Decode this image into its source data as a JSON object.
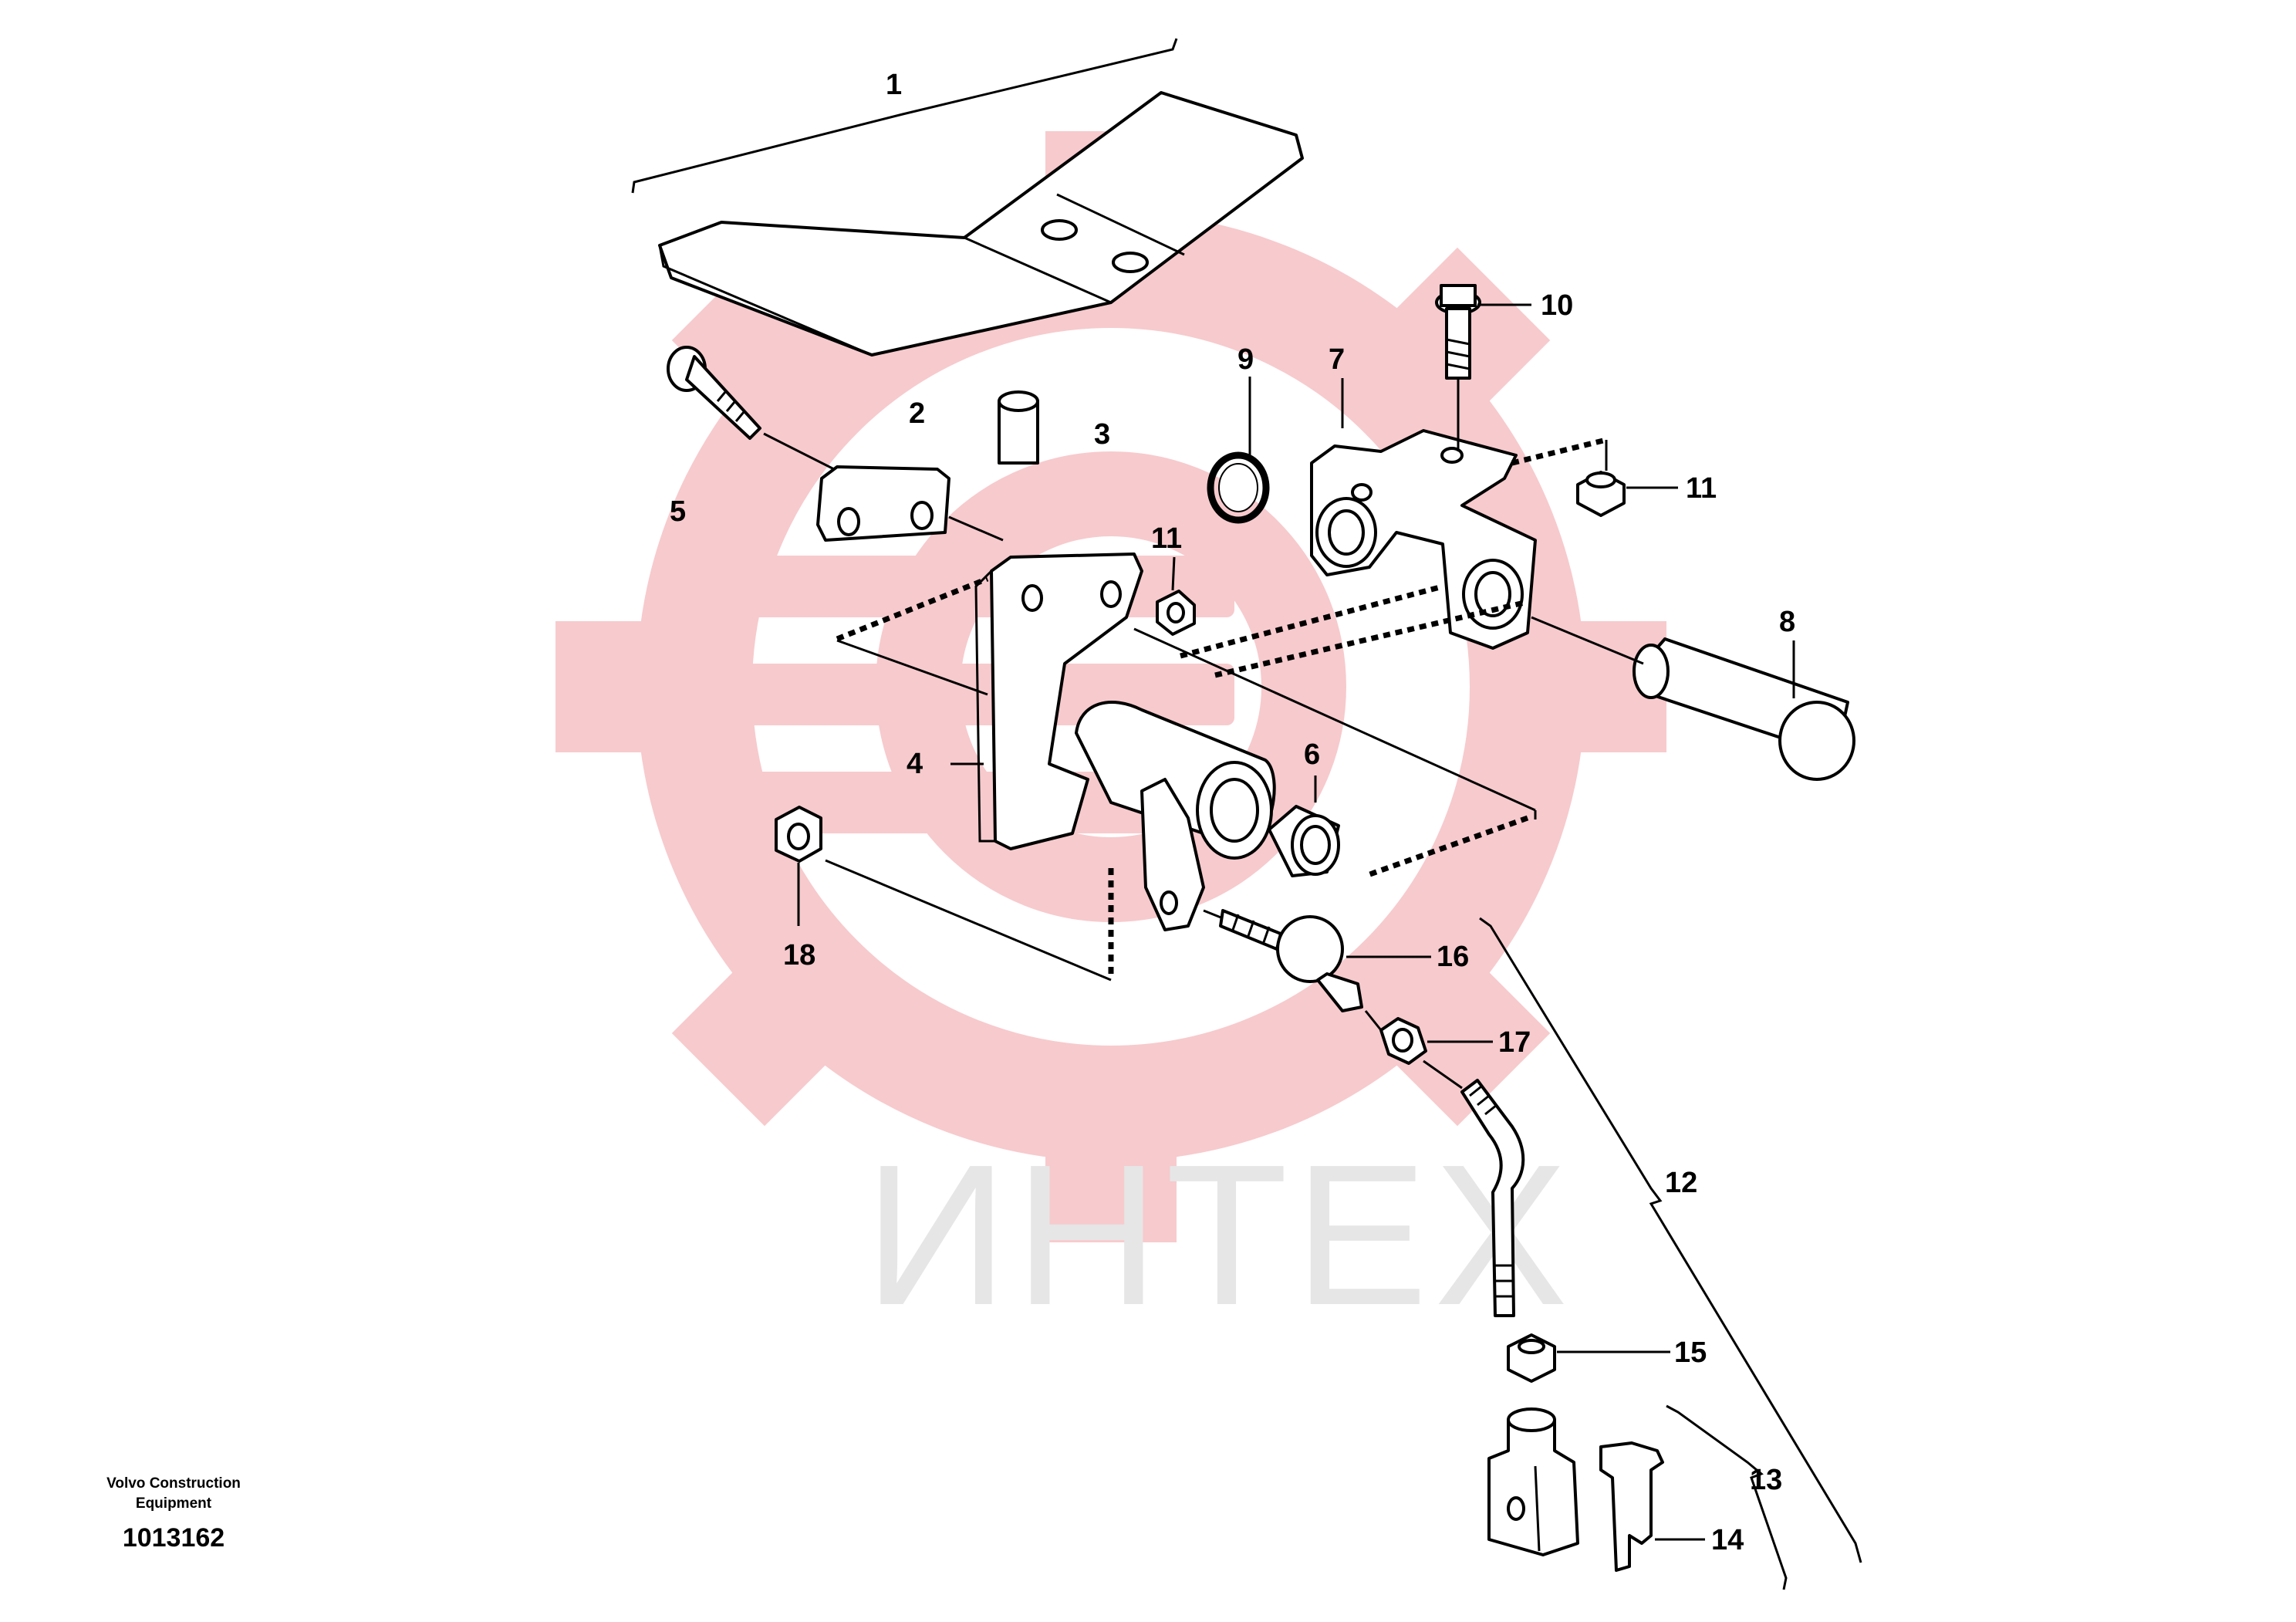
{
  "watermark": {
    "text": "ИНТЕХ",
    "gear_color": "#f7c5c8",
    "text_color": "#e6e6e6"
  },
  "callouts": [
    "1",
    "2",
    "3",
    "4",
    "5",
    "6",
    "7",
    "8",
    "9",
    "10",
    "11",
    "11",
    "12",
    "13",
    "14",
    "15",
    "16",
    "17",
    "18"
  ],
  "footer": {
    "company": "Volvo Construction Equipment",
    "drawing_number": "1013162"
  }
}
